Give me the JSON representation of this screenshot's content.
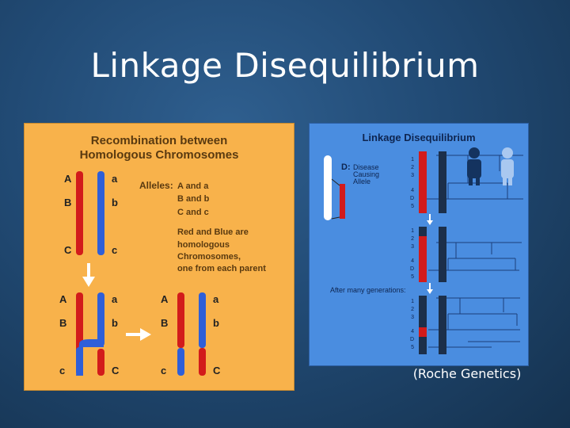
{
  "title": "Linkage Disequilibrium",
  "caption": "(Roche Genetics)",
  "left_figure": {
    "heading_line1": "Recombination between",
    "heading_line2": "Homologous Chromosomes",
    "allele_A": "A",
    "allele_a": "a",
    "allele_B": "B",
    "allele_b": "b",
    "allele_C": "C",
    "allele_c": "c",
    "alleles_label": "Alleles:",
    "alleles_pair1": "A and a",
    "alleles_pair2": "B and b",
    "alleles_pair3": "C and c",
    "note_line1": "Red and Blue are",
    "note_line2": "homologous",
    "note_line3": "Chromosomes,",
    "note_line4": "one from each parent"
  },
  "right_figure": {
    "heading": "Linkage Disequilibrium",
    "disease_label": "D:",
    "disease_line1": "Disease",
    "disease_line2": "Causing",
    "disease_line3": "Allele",
    "after_label": "After many generations:",
    "marker_1": "1",
    "marker_2": "2",
    "marker_3": "3",
    "marker_4": "4",
    "marker_D": "D",
    "marker_5": "5"
  },
  "colors": {
    "red_chromosome": "#d21b1b",
    "blue_chromosome": "#2f5fd8",
    "dark_chromosome": "#1c2f4a",
    "left_panel_bg": "#f8b24b",
    "right_panel_bg": "#4a8de0"
  }
}
